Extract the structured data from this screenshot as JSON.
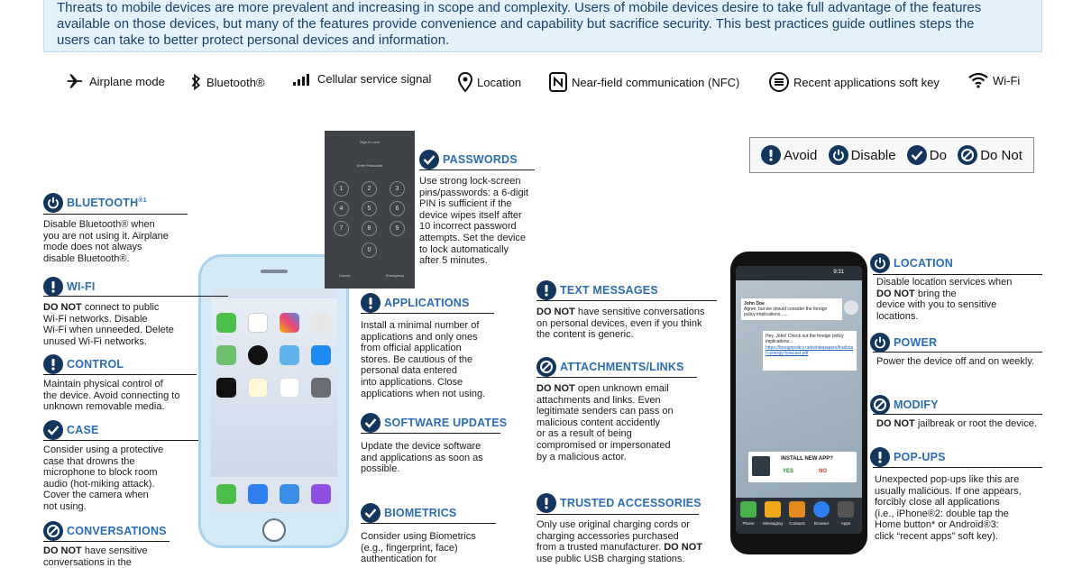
{
  "intro": {
    "line1": "Threats to mobile devices are more prevalent and increasing in scope and complexity. Users of mobile devices desire to take full advantage of the features",
    "line2": "available on those devices, but many of the features provide convenience and capability but sacrifice security. This best practices guide outlines steps the",
    "line3": "users can take to better protect personal devices and information."
  },
  "legend": [
    {
      "icon": "airplane-icon",
      "label": "Airplane mode"
    },
    {
      "icon": "bluetooth-icon",
      "label": "Bluetooth®"
    },
    {
      "icon": "signal-icon",
      "label": "Cellular service signal"
    },
    {
      "icon": "location-pin-icon",
      "label": "Location"
    },
    {
      "icon": "nfc-icon",
      "label": "Near-field communication (NFC)"
    },
    {
      "icon": "recent-apps-icon",
      "label": "Recent applications soft key"
    },
    {
      "icon": "wifi-icon",
      "label": "Wi-Fi"
    }
  ],
  "key": {
    "avoid": "Avoid",
    "disable": "Disable",
    "do": "Do",
    "do_not": "Do Not"
  },
  "colors": {
    "navy": "#12365e",
    "heading_blue": "#2a6db5",
    "intro_bg": "#e3f1fb",
    "intro_text": "#16426e"
  },
  "sections": {
    "bluetooth": {
      "title": "BLUETOOTH",
      "sup": "®1",
      "icon": "disable-icon",
      "body": [
        "Disable Bluetooth® when",
        "you are not using it. Airplane",
        "mode does not always",
        "disable Bluetooth®."
      ]
    },
    "wifi": {
      "title": "WI-FI",
      "icon": "avoid-icon",
      "strong": "DO NOT",
      "body": [
        " connect to public",
        "Wi-Fi networks. Disable",
        "Wi-Fi when unneeded. Delete",
        "unused Wi-Fi networks."
      ]
    },
    "control": {
      "title": "CONTROL",
      "icon": "avoid-icon",
      "body": [
        "Maintain physical control of",
        "the device. Avoid connecting to",
        "unknown removable media."
      ]
    },
    "case": {
      "title": "CASE",
      "icon": "do-icon",
      "body": [
        "Consider using a protective",
        "case that drowns the",
        "microphone to block room",
        "audio (hot-miking attack).",
        "Cover the camera when",
        "not using."
      ]
    },
    "conversations": {
      "title": "CONVERSATIONS",
      "icon": "do-not-icon",
      "strong": "DO NOT",
      "body": [
        " have sensitive",
        "conversations in the"
      ]
    },
    "passwords": {
      "title": "PASSWORDS",
      "icon": "do-icon",
      "body": [
        "Use strong lock-screen",
        "pins/passwords: a 6-digit",
        "PIN is sufficient if the",
        "device wipes itself after",
        "10 incorrect password",
        "attempts. Set the device",
        "to lock automatically",
        "after 5 minutes."
      ]
    },
    "applications": {
      "title": "APPLICATIONS",
      "icon": "avoid-icon",
      "body": [
        "Install a minimal number of",
        "applications and only ones",
        "from official application",
        "stores. Be cautious of the",
        "personal data entered",
        "into applications. Close",
        "applications when not using."
      ]
    },
    "software": {
      "title": "SOFTWARE UPDATES",
      "icon": "do-icon",
      "body": [
        "Update the device software",
        "and applications as soon as",
        "possible."
      ]
    },
    "biometrics": {
      "title": "BIOMETRICS",
      "icon": "do-icon",
      "body": [
        "Consider using Biometrics",
        "(e.g., fingerprint, face)",
        "authentication for"
      ]
    },
    "text": {
      "title": "TEXT MESSAGES",
      "icon": "avoid-icon",
      "strong": "DO NOT",
      "body": [
        " have sensitive conversations",
        "on personal devices, even if you think",
        "the content is generic."
      ]
    },
    "attachments": {
      "title": "ATTACHMENTS/LINKS",
      "icon": "do-not-icon",
      "strong": "DO NOT",
      "body": [
        " open unknown email",
        "attachments and links. Even",
        "legitimate senders can pass on",
        "malicious content accidently",
        "or as a result of being",
        "compromised or impersonated",
        "by a malicious actor."
      ]
    },
    "accessories": {
      "title": "TRUSTED ACCESSORIES",
      "icon": "avoid-icon",
      "body": [
        "Only use original charging cords or",
        "charging accessories purchased",
        "from a trusted manufacturer."
      ],
      "strong_tail": "DO NOT",
      "body_tail": [
        "use public USB charging stations."
      ]
    },
    "location": {
      "title": "LOCATION",
      "icon": "disable-icon",
      "body": [
        "Disable location services when"
      ],
      "strong": "DO NOT",
      "body2": [
        " bring the"
      ],
      "body3": [
        "device with you to sensitive",
        "locations."
      ]
    },
    "power": {
      "title": "POWER",
      "icon": "disable-icon",
      "body": [
        "Power the device off and on weekly."
      ]
    },
    "modify": {
      "title": "MODIFY",
      "icon": "do-not-icon",
      "strong": "DO NOT",
      "body": [
        " jailbreak or root the device."
      ]
    },
    "popups": {
      "title": "POP-UPS",
      "icon": "avoid-icon",
      "body": [
        "Unexpected pop-ups like this are",
        "usually malicious. If one appears,",
        "forcibly close all applications",
        "(i.e., iPhone®2: double tap the",
        "Home button* or Android®3:",
        "click “recent apps” soft key)."
      ]
    }
  },
  "lockscreen": {
    "title": "Sign In Lock",
    "prompt": "Enter Passcode",
    "keys": [
      "1",
      "2",
      "3",
      "4",
      "5",
      "6",
      "7",
      "8",
      "9",
      "0"
    ],
    "left": "Cancel",
    "right": "Emergency"
  },
  "phone2": {
    "time": "9:31",
    "msg1_name": "John Doe",
    "msg1_text": "Agree, but we should consider the foreign policy implications......",
    "msg2_text": "Hey, John! Check out the foreign policy implications...",
    "msg2_link": "https://foreignpolicy.net/whitepapers/fradistan-energy-forecast.pdf",
    "popup_title": "INSTALL NEW APP?",
    "popup_yes": "YES",
    "popup_no": "NO",
    "dock": [
      "Phone",
      "Messaging",
      "Contacts",
      "Browser",
      "Apps"
    ]
  }
}
